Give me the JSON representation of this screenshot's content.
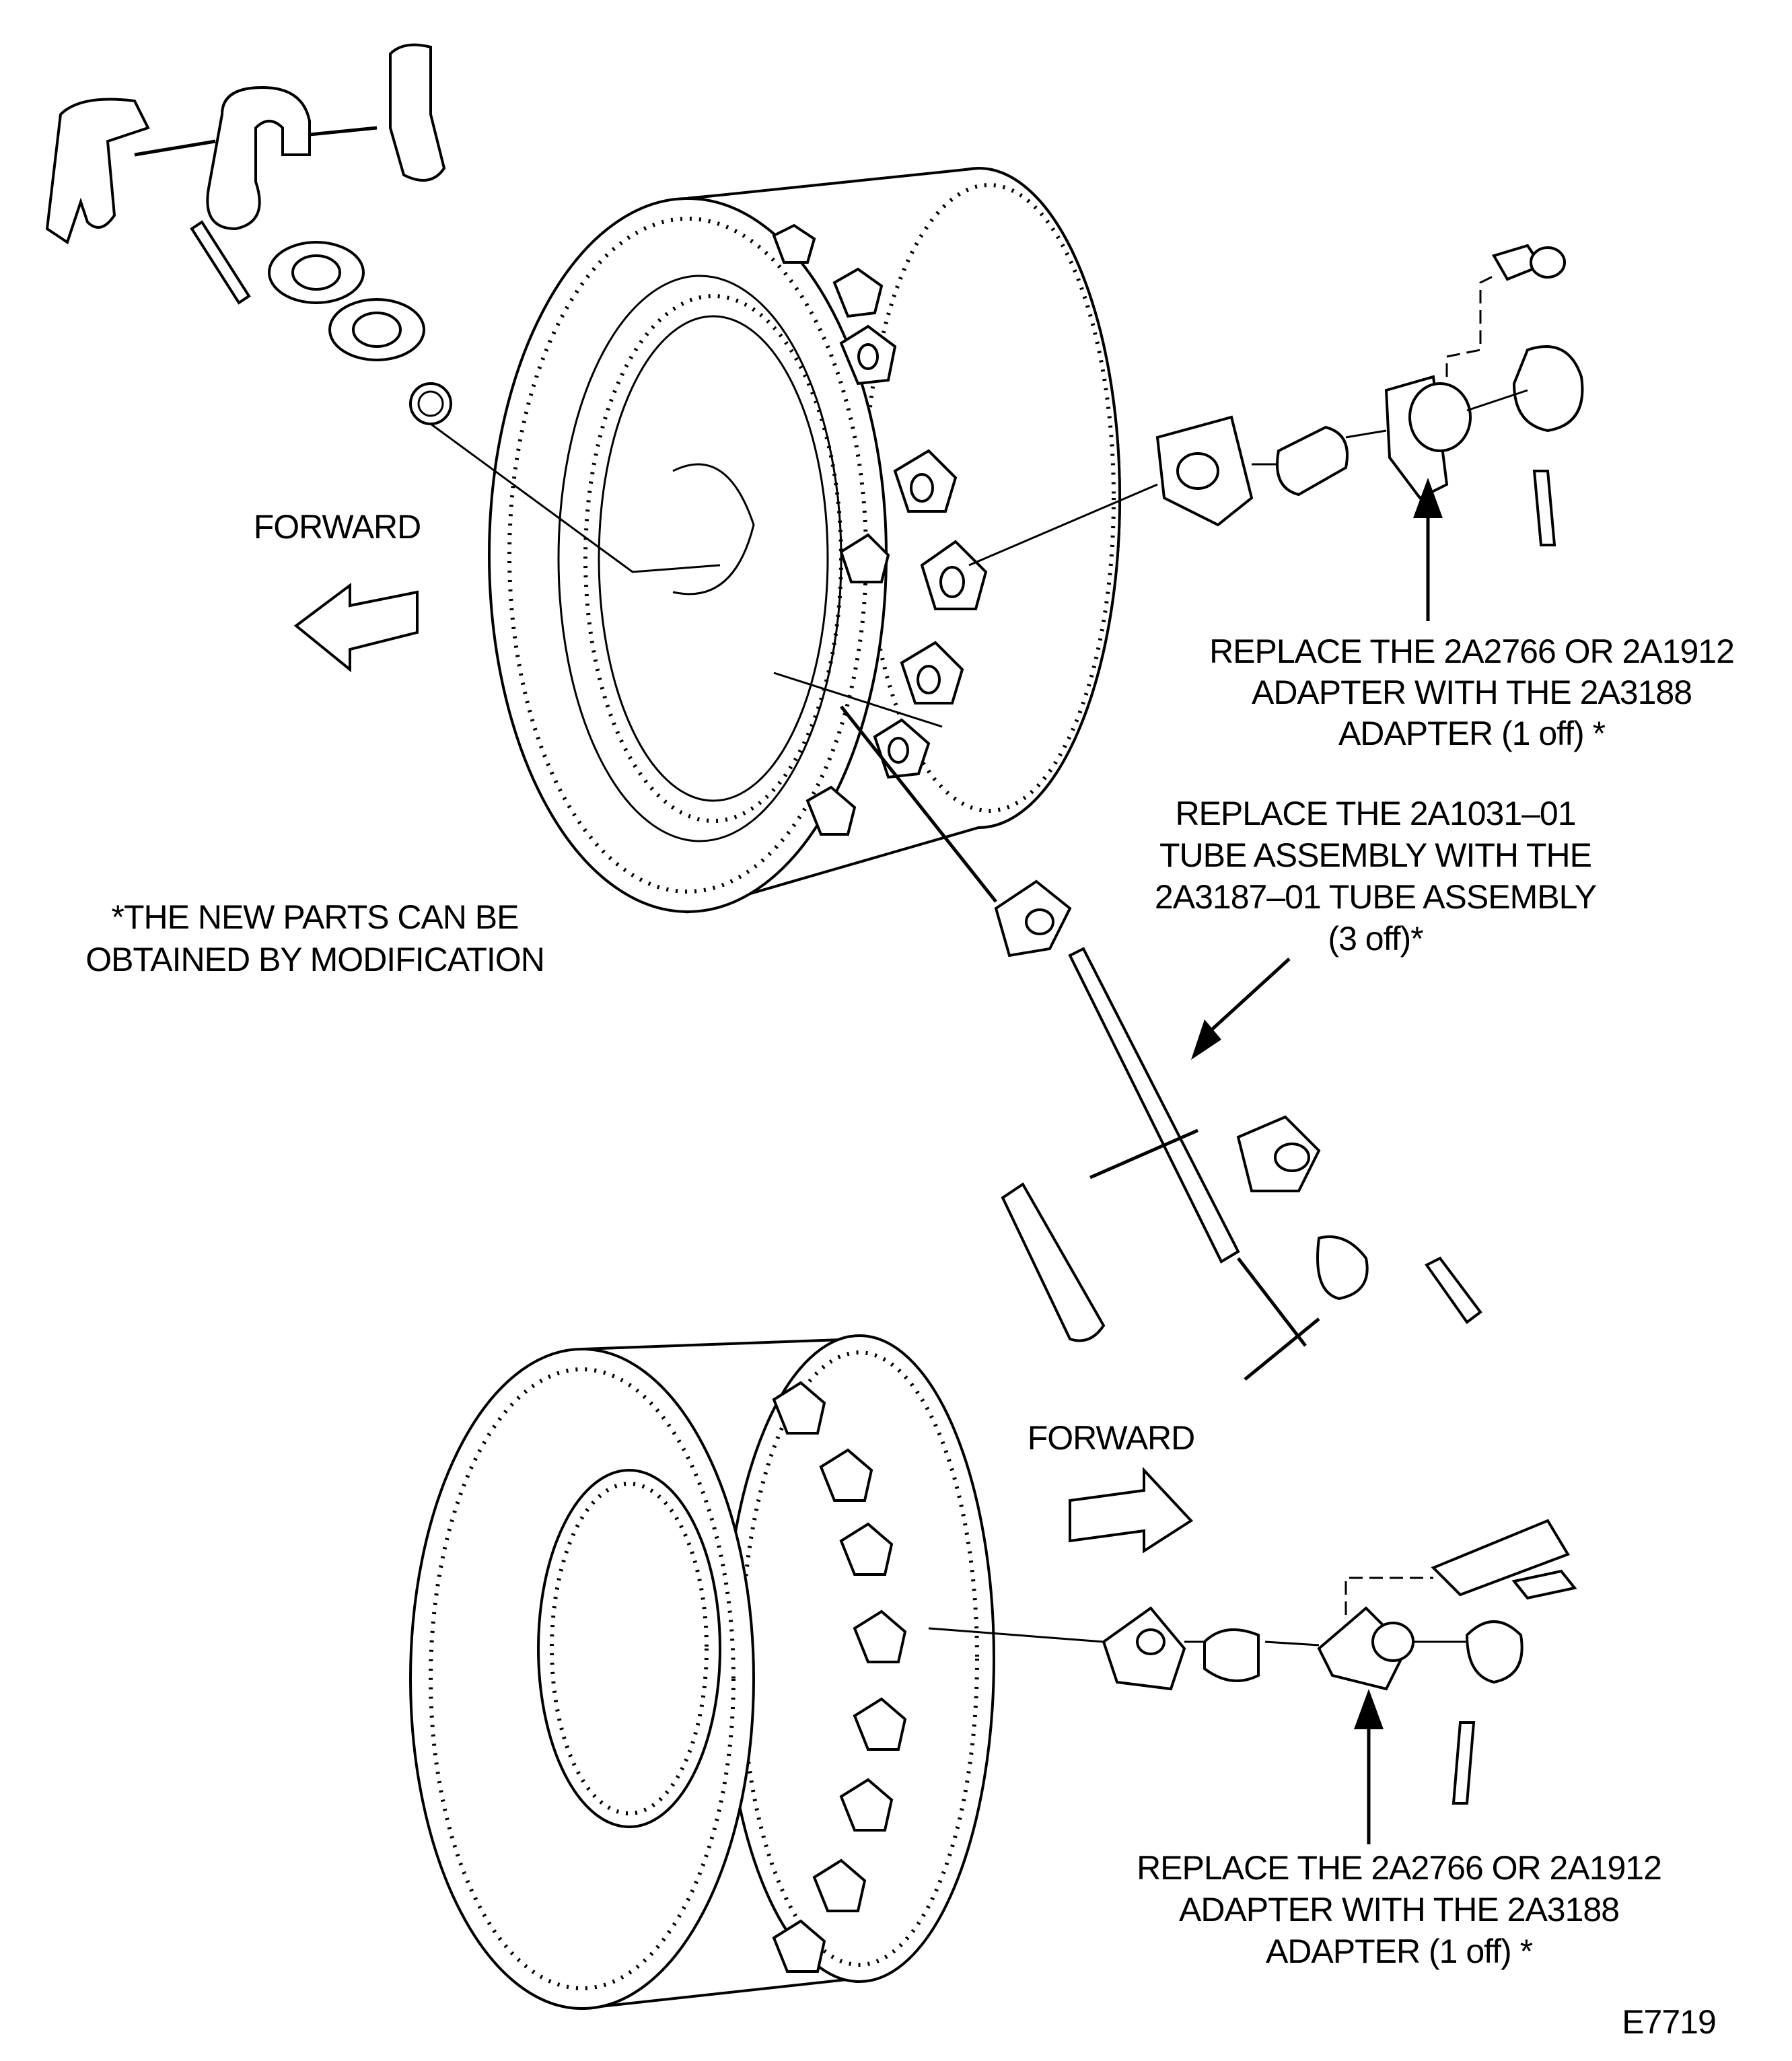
{
  "upper_view": {
    "forward_label": "FORWARD",
    "adapter_note": [
      "REPLACE THE 2A2766 OR 2A1912",
      "ADAPTER WITH THE 2A3188",
      "ADAPTER (1 off) *"
    ]
  },
  "tube_note": [
    "REPLACE THE 2A1031–01",
    "TUBE ASSEMBLY WITH THE",
    "2A3187–01 TUBE ASSEMBLY",
    "(3 off)*"
  ],
  "modification_note": [
    "*THE NEW PARTS CAN BE",
    "OBTAINED BY MODIFICATION"
  ],
  "lower_view": {
    "forward_label": "FORWARD",
    "adapter_note": [
      "REPLACE THE 2A2766 OR 2A1912",
      "ADAPTER WITH THE 2A3188",
      "ADAPTER (1 off) *"
    ]
  },
  "figure_id": "E7719"
}
